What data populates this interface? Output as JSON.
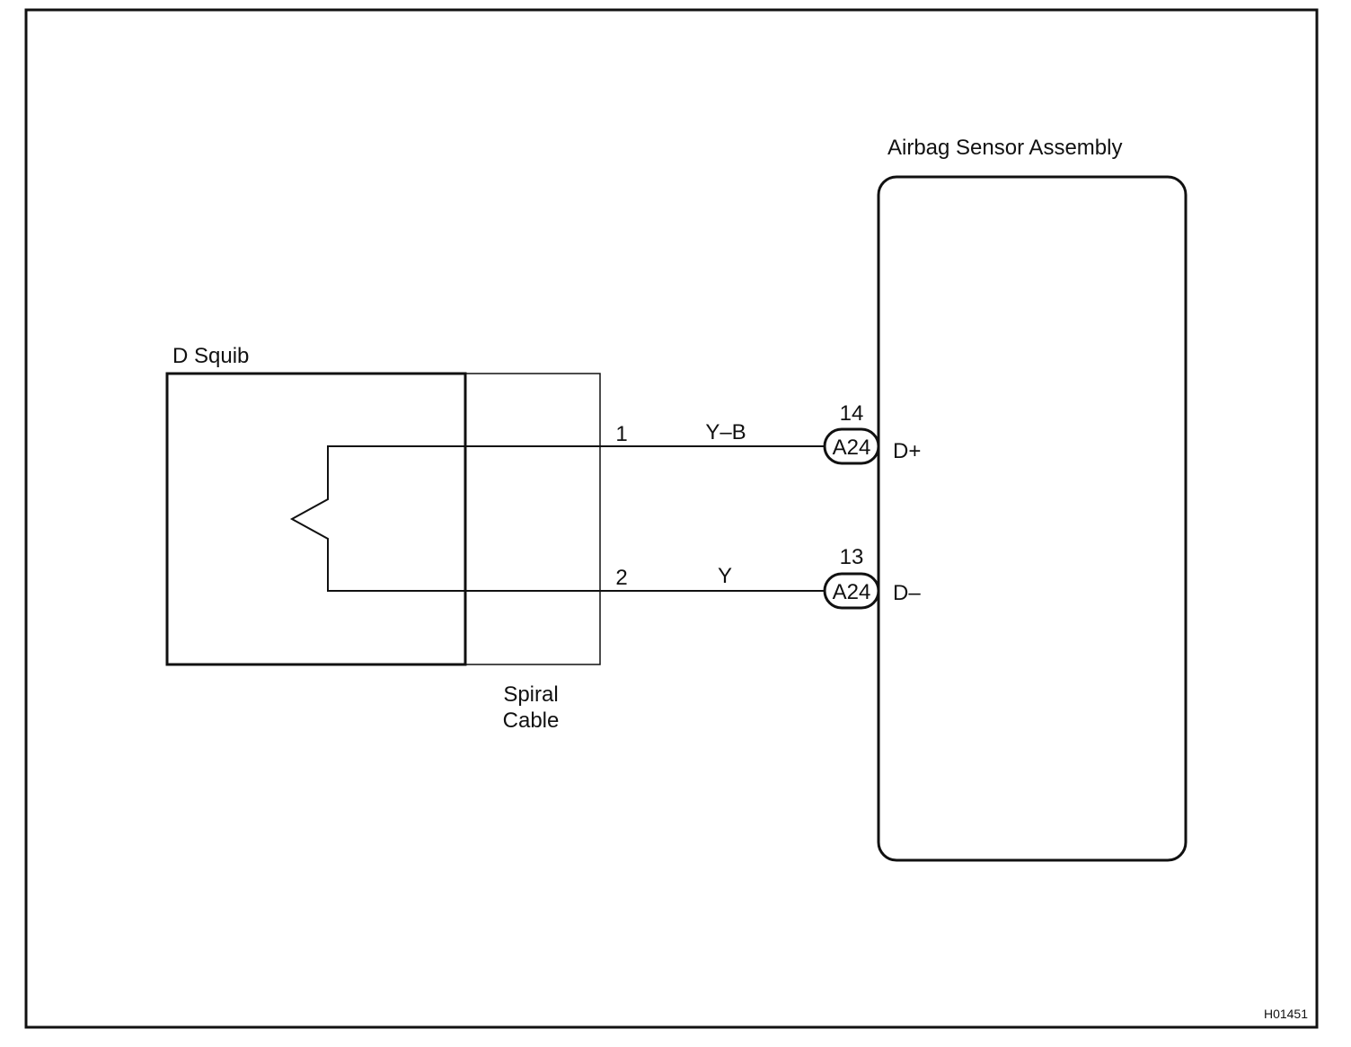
{
  "components": {
    "squib": {
      "label": "D Squib"
    },
    "spiral_cable": {
      "label_line1": "Spiral",
      "label_line2": "Cable"
    },
    "airbag_sensor": {
      "label": "Airbag Sensor Assembly"
    }
  },
  "circuits": [
    {
      "squib_pin": "1",
      "wire_color": "Y–B",
      "connector": "A24",
      "connector_pin": "14",
      "terminal": "D+"
    },
    {
      "squib_pin": "2",
      "wire_color": "Y",
      "connector": "A24",
      "connector_pin": "13",
      "terminal": "D–"
    }
  ],
  "figure_id": "H01451"
}
